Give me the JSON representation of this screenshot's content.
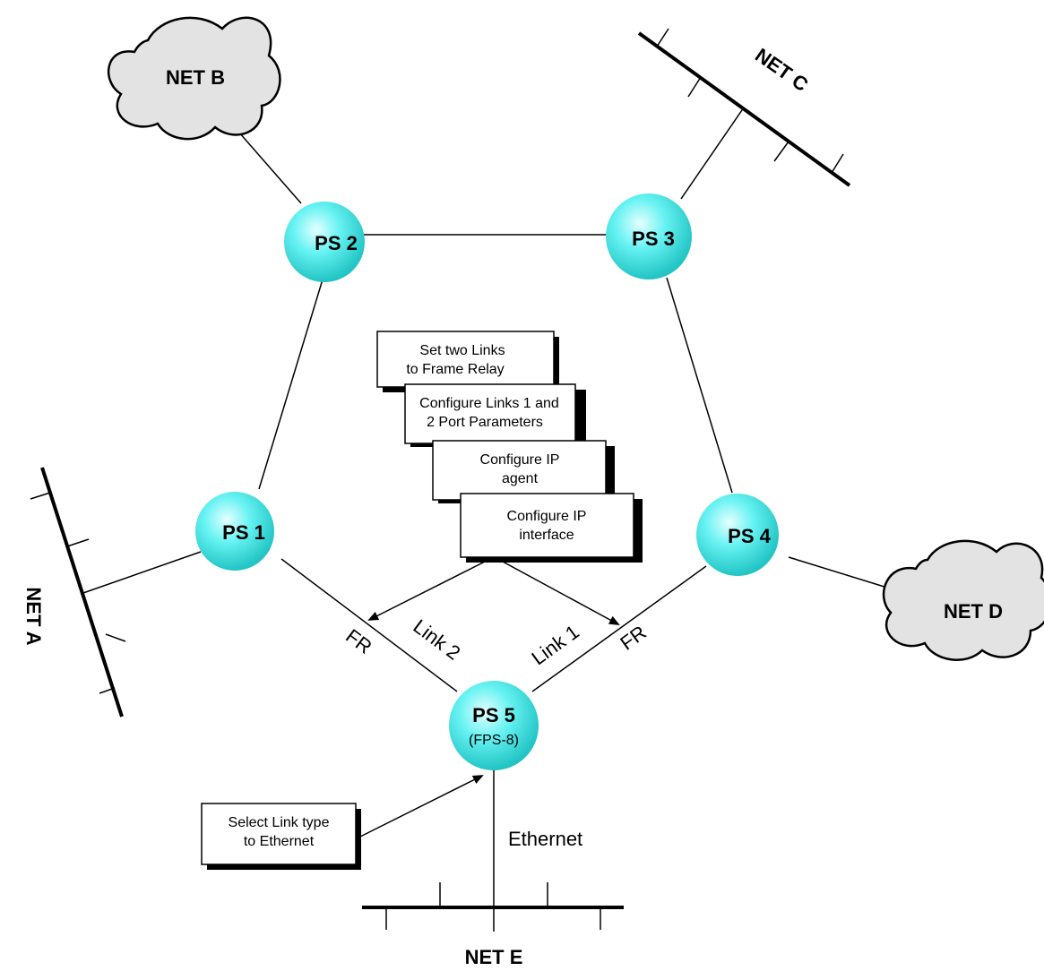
{
  "nodes": {
    "ps1": {
      "label": "PS 1"
    },
    "ps2": {
      "label": "PS 2"
    },
    "ps3": {
      "label": "PS 3"
    },
    "ps4": {
      "label": "PS 4"
    },
    "ps5": {
      "label": "PS 5",
      "sublabel": "(FPS-8)"
    }
  },
  "networks": {
    "net_a": "NET A",
    "net_b": "NET B",
    "net_c": "NET C",
    "net_d": "NET D",
    "net_e": "NET E"
  },
  "links": {
    "fr_left": "FR",
    "link2": "Link 2",
    "link1": "Link 1",
    "fr_right": "FR",
    "ethernet": "Ethernet"
  },
  "steps": [
    {
      "line1": "Set two Links",
      "line2": "to Frame Relay"
    },
    {
      "line1": "Configure Links 1 and",
      "line2": "2 Port Parameters"
    },
    {
      "line1": "Configure IP",
      "line2": "agent"
    },
    {
      "line1": "Configure IP",
      "line2": "interface"
    }
  ],
  "select_box": {
    "line1": "Select Link type",
    "line2": "to Ethernet"
  },
  "colors": {
    "node_center": "#e6ffff",
    "node_mid": "#66f2f2",
    "node_edge": "#22c4c4",
    "cloud_fill": "#e3e3e3"
  }
}
